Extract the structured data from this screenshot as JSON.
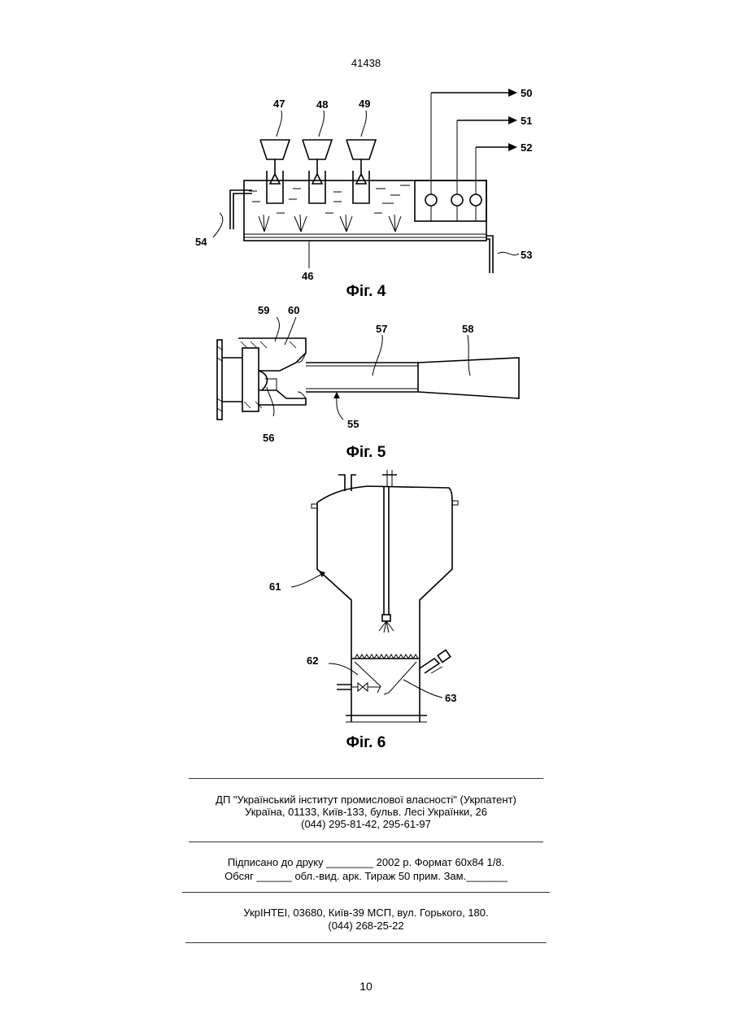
{
  "header": {
    "doc_number": "41438"
  },
  "figures": {
    "fig4": {
      "caption": "Фіг. 4",
      "labels": {
        "l46": "46",
        "l47": "47",
        "l48": "48",
        "l49": "49",
        "l50": "50",
        "l51": "51",
        "l52": "52",
        "l53": "53",
        "l54": "54"
      }
    },
    "fig5": {
      "caption": "Фіг. 5",
      "labels": {
        "l55": "55",
        "l56": "56",
        "l57": "57",
        "l58": "58",
        "l59": "59",
        "l60": "60"
      }
    },
    "fig6": {
      "caption": "Фіг. 6",
      "labels": {
        "l61": "61",
        "l62": "62",
        "l63": "63"
      }
    }
  },
  "imprint": {
    "block1": [
      "ДП \"Український інститут промислової власності\" (Укрпатент)",
      "Україна, 01133, Київ-133, бульв. Лесі Українки, 26",
      "(044) 295-81-42, 295-61-97"
    ],
    "block2": [
      "Підписано до друку ________ 2002 р.    Формат 60х84 1/8.",
      "Обсяг ______ обл.-вид. арк.   Тираж 50 прим.    Зам._______"
    ],
    "block3": [
      "УкрІНТЕІ, 03680, Київ-39 МСП, вул. Горького, 180.",
      "(044) 268-25-22"
    ]
  },
  "footer": {
    "page_number": "10"
  }
}
